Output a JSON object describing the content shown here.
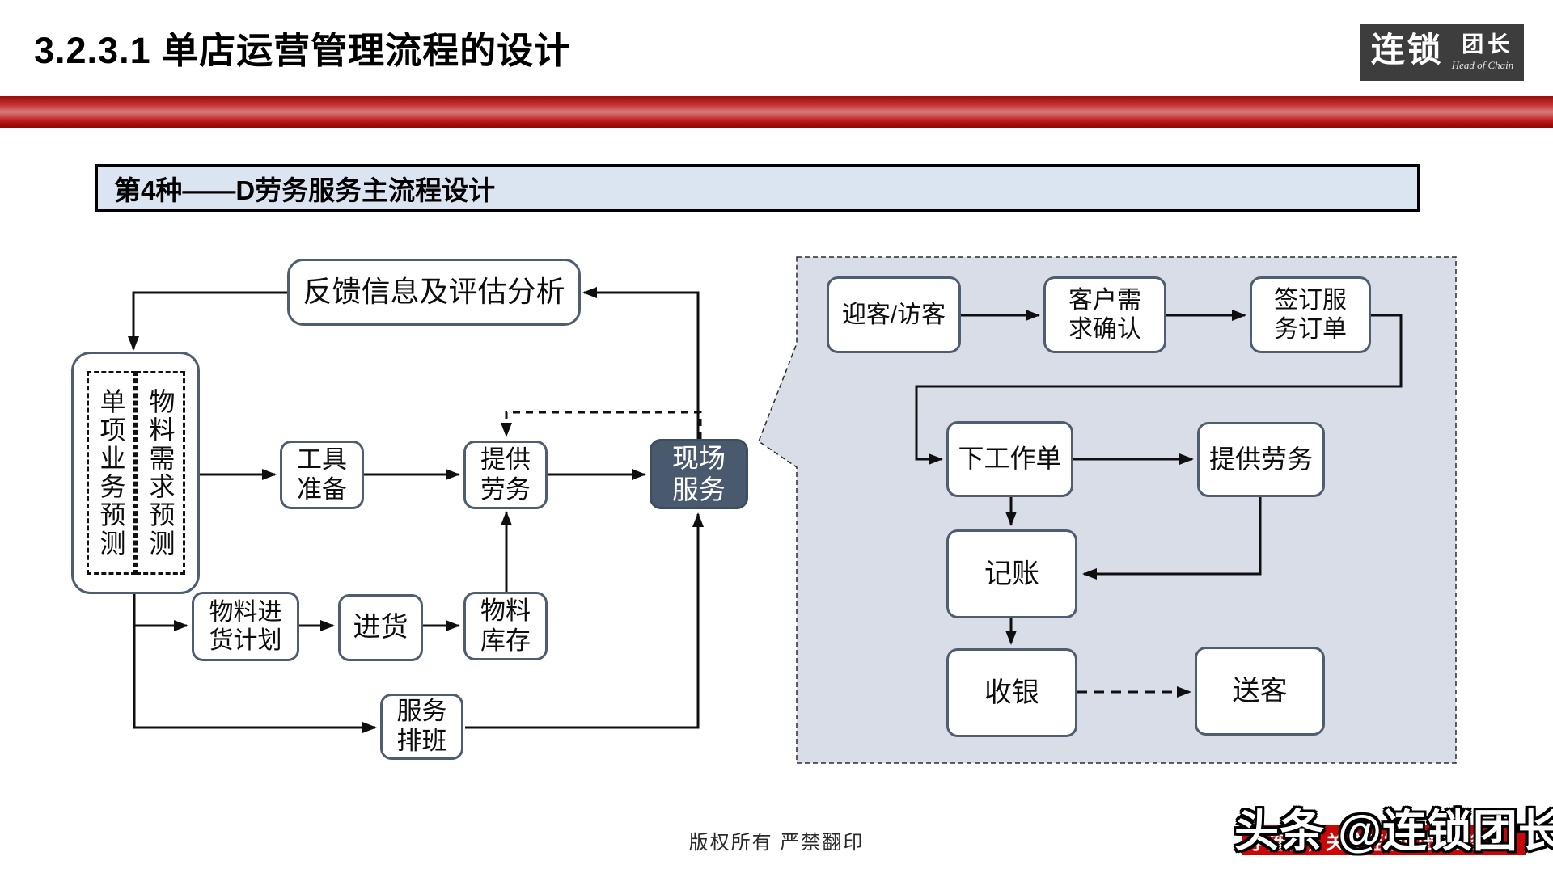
{
  "slide": {
    "title": "3.2.3.1  单店运营管理流程的设计",
    "section_header": "第4种——D劳务服务主流程设计",
    "footer": "版权所有  严禁翻印"
  },
  "logo": {
    "name": "连锁",
    "suffix": "团长",
    "tagline": "Head of Chain"
  },
  "watermark": {
    "handle": "头条 @连锁团长",
    "banner": "学连锁，关注连锁团长就够了。"
  },
  "diagram": {
    "left": {
      "feedback": "反馈信息及评估分析",
      "forecast_business": "单项业务预测",
      "forecast_material": "物料需求预测",
      "tools": "工具\n准备",
      "provide_labor": "提供\n劳务",
      "onsite_service": "现场\n服务",
      "material_plan": "物料进\n货计划",
      "purchase": "进货",
      "material_stock": "物料\n库存",
      "service_schedule": "服务\n排班"
    },
    "right": {
      "welcome": "迎客/访客",
      "confirm_need": "客户需\n求确认",
      "sign_order": "签订服\n务订单",
      "work_order": "下工作单",
      "provide_labor": "提供劳务",
      "bookkeeping": "记账",
      "cashier": "收银",
      "send_off": "送客"
    }
  },
  "colors": {
    "accent_red": "#c00000",
    "box_border": "#4e5d70",
    "onsite_bg": "#4a5a6e",
    "panel_bg": "#d8dde7",
    "section_bg": "#dbe5f2",
    "logo_bg": "#3d3d3d"
  }
}
